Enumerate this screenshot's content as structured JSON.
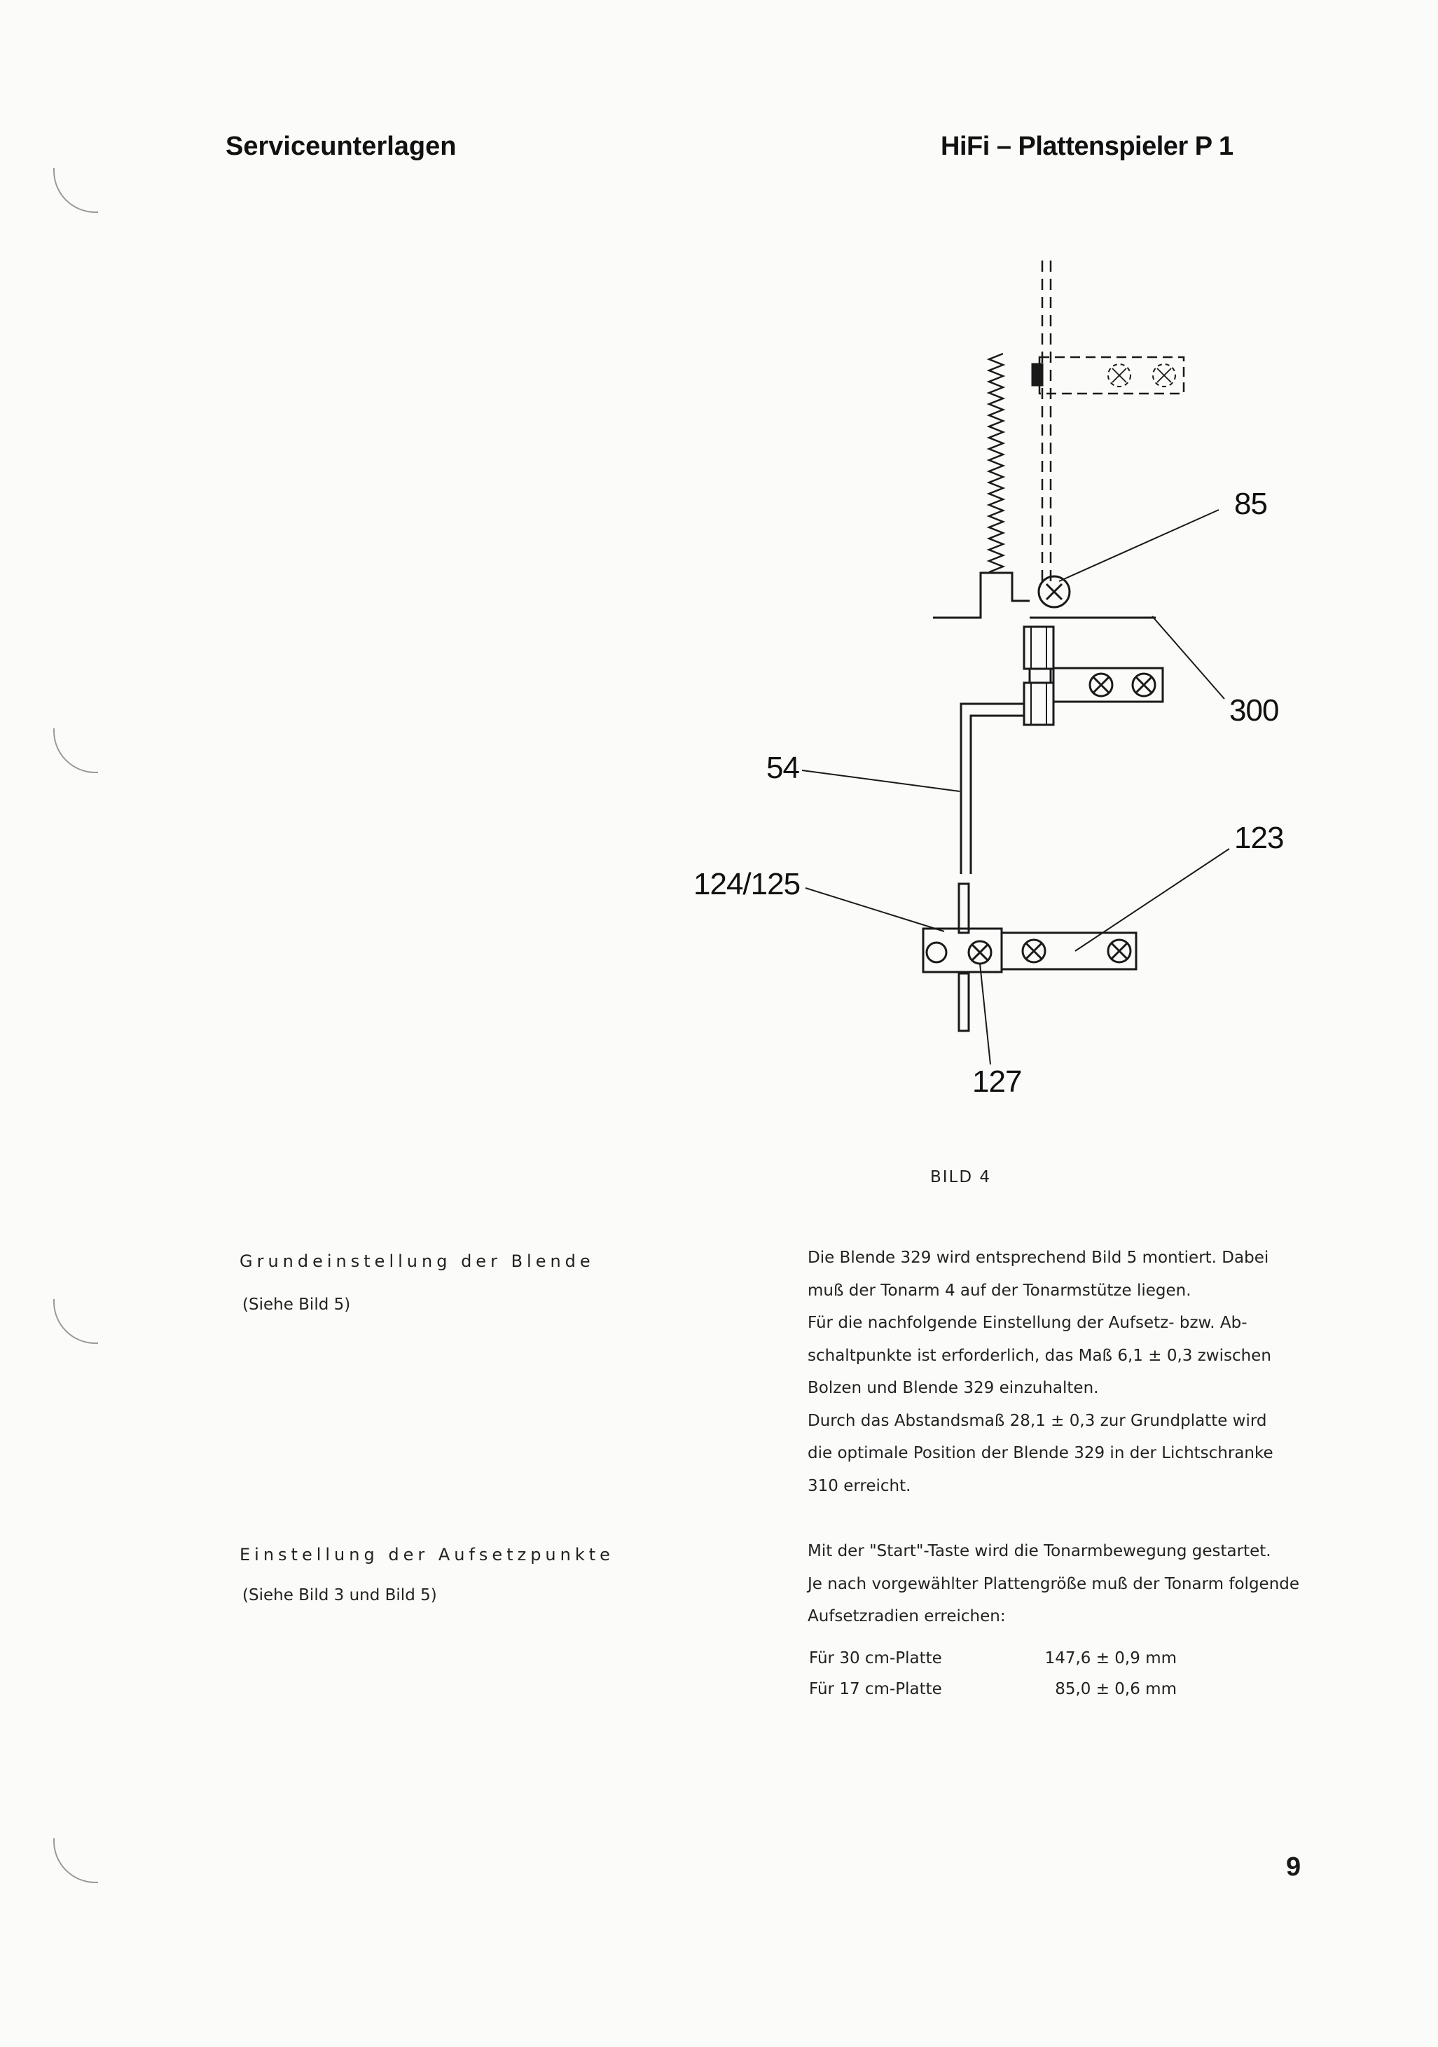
{
  "header": {
    "left": "Serviceunterlagen",
    "right": "HiFi – Plattenspieler   P 1"
  },
  "figure": {
    "caption": "BILD 4",
    "labels": [
      "85",
      "300",
      "54",
      "123",
      "124/125",
      "127"
    ]
  },
  "sections": [
    {
      "heading": "Grundeinstellung der Blende",
      "ref": "(Siehe Bild 5)",
      "lines": [
        "Die Blende 329 wird entsprechend Bild 5 montiert. Dabei",
        "muß der Tonarm 4 auf der Tonarmstütze liegen.",
        "Für die nachfolgende Einstellung der Aufsetz- bzw. Ab-",
        "schaltpunkte ist erforderlich, das Maß 6,1 ± 0,3 zwischen",
        "Bolzen und Blende 329 einzuhalten.",
        "Durch das Abstandsmaß 28,1 ± 0,3 zur Grundplatte wird",
        "die optimale Position der Blende 329 in der Lichtschranke",
        "310 erreicht."
      ]
    },
    {
      "heading": "Einstellung der Aufsetzpunkte",
      "ref": "(Siehe Bild 3 und Bild 5)",
      "lines": [
        "Mit der \"Start\"-Taste wird die Tonarmbewegung gestartet.",
        "Je nach vorgewählter Plattengröße muß der Tonarm folgende",
        "Aufsetzradien erreichen:"
      ]
    }
  ],
  "specs": [
    {
      "label": "Für 30 cm-Platte",
      "value": "147,6 ± 0,9 mm"
    },
    {
      "label": "Für 17 cm-Platte",
      "value": "85,0 ± 0,6 mm"
    }
  ],
  "page_number": "9"
}
